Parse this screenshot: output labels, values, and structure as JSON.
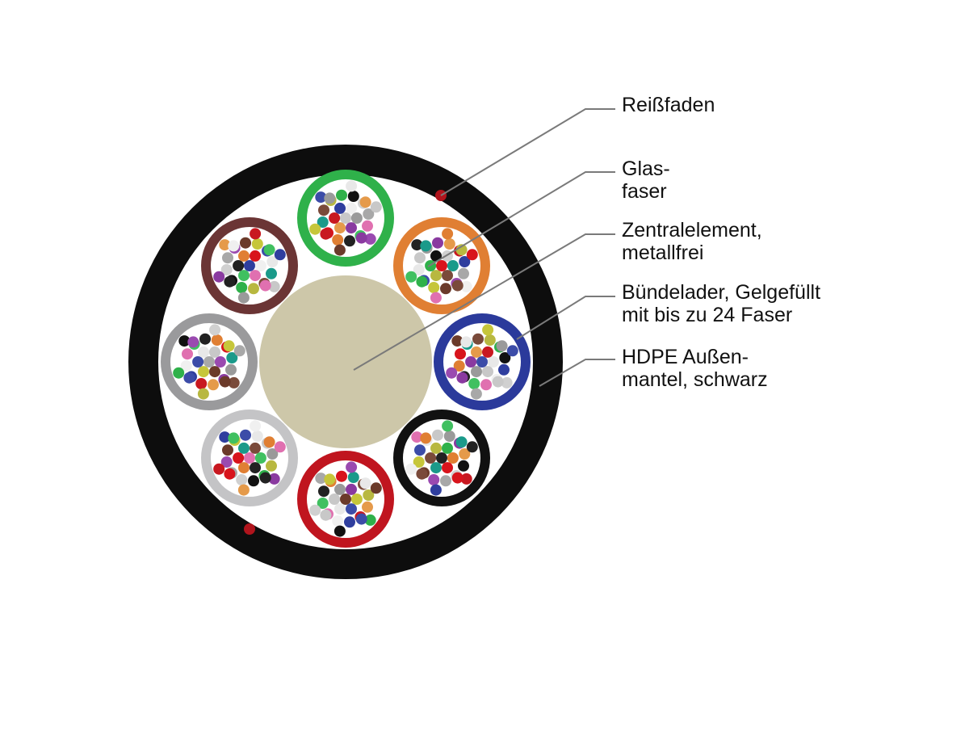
{
  "diagram": {
    "labels": {
      "ripcord": "Reißfaden",
      "fiber_line1": "Glas-",
      "fiber_line2": "faser",
      "central_line1": "Zentralelement,",
      "central_line2": "metallfrei",
      "tube_line1": "Bündelader, Gelgefüllt",
      "tube_line2": "mit bis zu 24 Faser",
      "jacket_line1": "HDPE Außen-",
      "jacket_line2": "mantel, schwarz"
    },
    "colors": {
      "jacket": "#0d0d0d",
      "inner_fill": "#ffffff",
      "central_element": "#cdc7a9",
      "ripcord": "#b0141c",
      "leader_line": "#7a7a7a"
    },
    "tubes": [
      {
        "name": "green",
        "color": "#2fb14a"
      },
      {
        "name": "orange",
        "color": "#e07f33"
      },
      {
        "name": "blue",
        "color": "#2b3a9b"
      },
      {
        "name": "black",
        "color": "#111111"
      },
      {
        "name": "red",
        "color": "#c0151f"
      },
      {
        "name": "light-gray",
        "color": "#c4c4c6"
      },
      {
        "name": "gray",
        "color": "#9a9a9c"
      },
      {
        "name": "brown",
        "color": "#6b3535"
      }
    ],
    "fiber_colors": [
      "#c8c8c8",
      "#2f3e9e",
      "#e07f33",
      "#2fb14a",
      "#6b3a2a",
      "#9a9a9a",
      "#f0f0f0",
      "#d8141c",
      "#111111",
      "#c6c63a",
      "#8a3aa0",
      "#e070b0",
      "#1a9a8a",
      "#d0d0d0",
      "#3c4ca8",
      "#e59a4a",
      "#40c060",
      "#7a4a3a",
      "#a8a8a8",
      "#e8e8e8",
      "#c81820",
      "#222222",
      "#b8b840",
      "#9a4ab0"
    ]
  }
}
